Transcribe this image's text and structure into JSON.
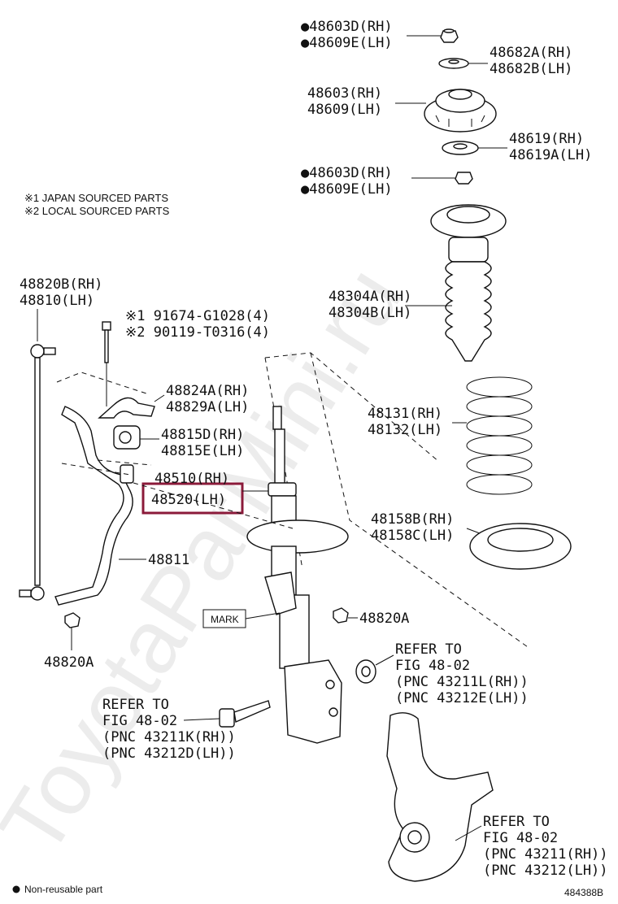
{
  "notes": {
    "japan": "※1 JAPAN SOURCED PARTS",
    "local": "※2 LOCAL SOURCED PARTS",
    "non_reusable": "Non-reusable part",
    "figure_id": "484388B"
  },
  "watermark": "ToyotaParMini.ru",
  "highlight_color": "#8b1a3a",
  "labels": {
    "nut_top_1_rh": "●48603D(RH)",
    "nut_top_1_lh": "●48609E(LH)",
    "bearing_rh": "48682A(RH)",
    "bearing_lh": "48682B(LH)",
    "support_rh": "48603(RH)",
    "support_lh": "48609(LH)",
    "seat_upper_rh": "48619(RH)",
    "seat_upper_lh": "48619A(LH)",
    "nut_top_2_rh": "●48603D(RH)",
    "nut_top_2_lh": "●48609E(LH)",
    "bumper_rh": "48304A(RH)",
    "bumper_lh": "48304B(LH)",
    "spring_rh": "48131(RH)",
    "spring_lh": "48132(LH)",
    "seat_lower_rh": "48158B(RH)",
    "seat_lower_lh": "48158C(LH)",
    "link_rh": "48820B(RH)",
    "link_lh": "48810(LH)",
    "bolt_1": "※1 91674-G1028(4)",
    "bolt_2": "※2 90119-T0316(4)",
    "bracket_rh": "48824A(RH)",
    "bracket_lh": "48829A(LH)",
    "bushing_rh": "48815D(RH)",
    "bushing_lh": "48815E(LH)",
    "strut_rh": "48510(RH)",
    "strut_lh": "48520(LH)",
    "stab_bar": "48811",
    "nut_right": "48820A",
    "nut_left": "48820A",
    "mark": "MARK",
    "ref_nut": [
      "REFER TO",
      "FIG 48-02",
      "(PNC 43211L(RH))",
      "(PNC 43212E(LH))"
    ],
    "ref_bolt": [
      "REFER TO",
      "FIG 48-02",
      "(PNC 43211K(RH))",
      "(PNC 43212D(LH))"
    ],
    "ref_knuckle": [
      "REFER TO",
      "FIG 48-02",
      "(PNC 43211(RH))",
      "(PNC 43212(LH))"
    ]
  }
}
